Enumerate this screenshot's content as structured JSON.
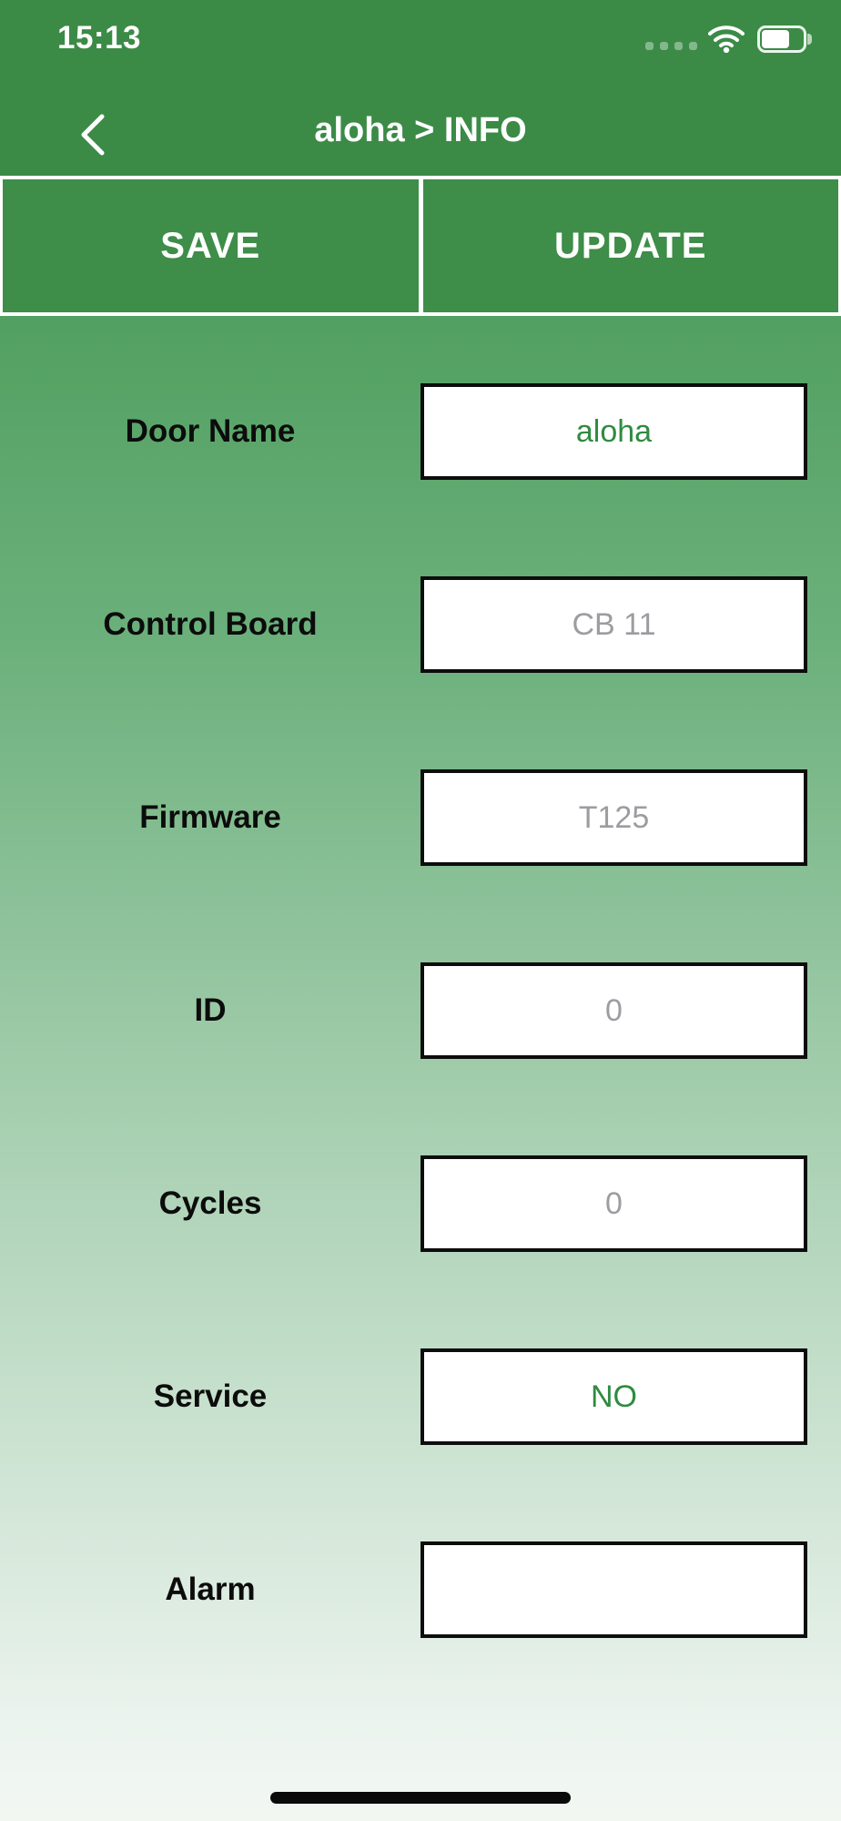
{
  "status_bar": {
    "time": "15:13",
    "battery_percent_visual": 50,
    "icons": {
      "cellular": "cellular-dots-icon",
      "wifi": "wifi-icon",
      "battery": "battery-half-icon"
    }
  },
  "nav": {
    "title": "aloha > INFO",
    "back_icon": "chevron-left-icon"
  },
  "toolbar": {
    "save_label": "SAVE",
    "update_label": "UPDATE"
  },
  "form": {
    "fields": [
      {
        "label": "Door Name",
        "value": "aloha",
        "value_style": "accent"
      },
      {
        "label": "Control Board",
        "value": "CB 11",
        "value_style": "muted"
      },
      {
        "label": "Firmware",
        "value": "T125",
        "value_style": "muted"
      },
      {
        "label": "ID",
        "value": "0",
        "value_style": "muted"
      },
      {
        "label": "Cycles",
        "value": "0",
        "value_style": "muted"
      },
      {
        "label": "Service",
        "value": "NO",
        "value_style": "accent"
      },
      {
        "label": "Alarm",
        "value": "",
        "value_style": "muted"
      }
    ]
  },
  "colors": {
    "header_green": "#3b8b46",
    "button_green": "#3e8d48",
    "accent_green": "#2f8b41",
    "muted_gray": "#9b9da0",
    "gradient_top": "#52a061",
    "gradient_bottom": "#f2f7f2",
    "input_border": "#0d0d0d"
  }
}
